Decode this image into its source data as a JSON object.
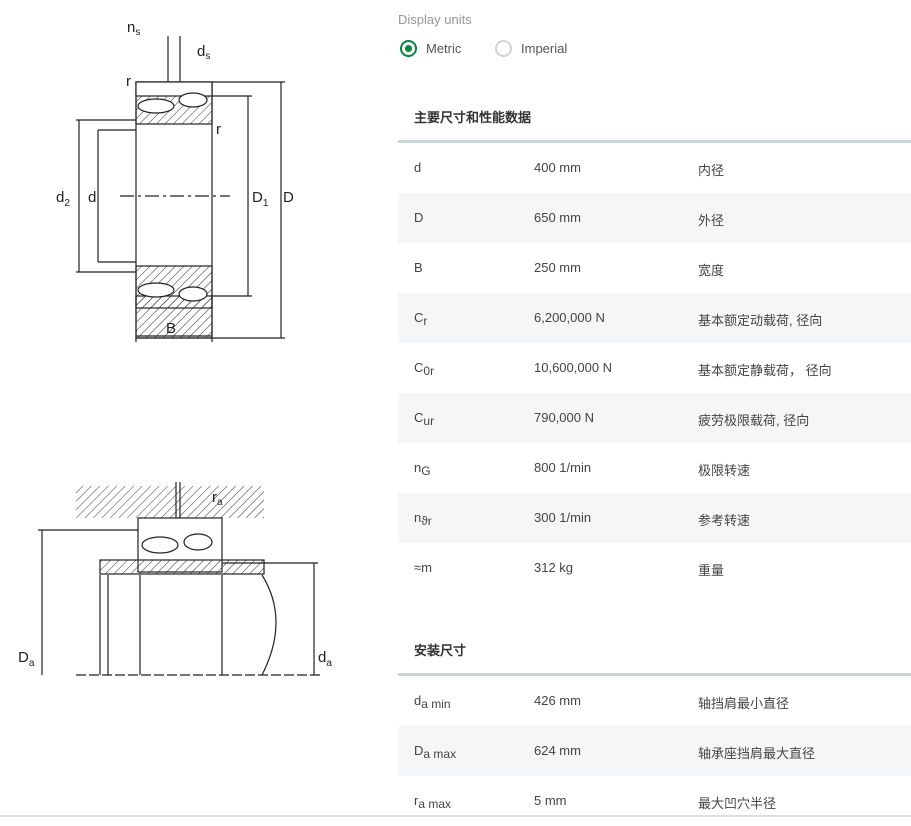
{
  "drawing_labels": {
    "top": {
      "ns": "n",
      "ns_sub": "s",
      "ds": "d",
      "ds_sub": "s",
      "r1": "r",
      "r2": "r",
      "d2": "d",
      "d2_sub": "2",
      "d": "d",
      "D1": "D",
      "D1_sub": "1",
      "D": "D",
      "B": "B"
    },
    "bottom": {
      "ra": "r",
      "ra_sub": "a",
      "Da": "D",
      "Da_sub": "a",
      "da": "d",
      "da_sub": "a"
    }
  },
  "units": {
    "label": "Display units",
    "metric": "Metric",
    "imperial": "Imperial",
    "selected": "metric"
  },
  "main": {
    "title": "主要尺寸和性能数据",
    "rows": [
      {
        "sym": "d",
        "sub": "",
        "value": "400 mm",
        "desc": "内径"
      },
      {
        "sym": "D",
        "sub": "",
        "value": "650 mm",
        "desc": "外径"
      },
      {
        "sym": "B",
        "sub": "",
        "value": "250 mm",
        "desc": "宽度"
      },
      {
        "sym": "C",
        "sub": "r",
        "value": "6,200,000 N",
        "desc": "基本额定动载荷, 径向"
      },
      {
        "sym": "C",
        "sub": "0r",
        "value": "10,600,000 N",
        "desc": "基本额定静载荷， 径向"
      },
      {
        "sym": "C",
        "sub": "ur",
        "value": "790,000 N",
        "desc": "疲劳极限载荷, 径向"
      },
      {
        "sym": "n",
        "sub": "G",
        "value": "800 1/min",
        "desc": "极限转速"
      },
      {
        "sym": "n",
        "sub": "ϑr",
        "value": "300 1/min",
        "desc": "参考转速"
      },
      {
        "sym": "≈m",
        "sub": "",
        "value": "312 kg",
        "desc": "重量"
      }
    ]
  },
  "mounting": {
    "title": "安装尺寸",
    "rows": [
      {
        "sym": "d",
        "sub": "a min",
        "value": "426 mm",
        "desc": "轴挡肩最小直径"
      },
      {
        "sym": "D",
        "sub": "a max",
        "value": "624 mm",
        "desc": "轴承座挡肩最大直径"
      },
      {
        "sym": "r",
        "sub": "a max",
        "value": "5 mm",
        "desc": "最大凹穴半径"
      }
    ]
  }
}
